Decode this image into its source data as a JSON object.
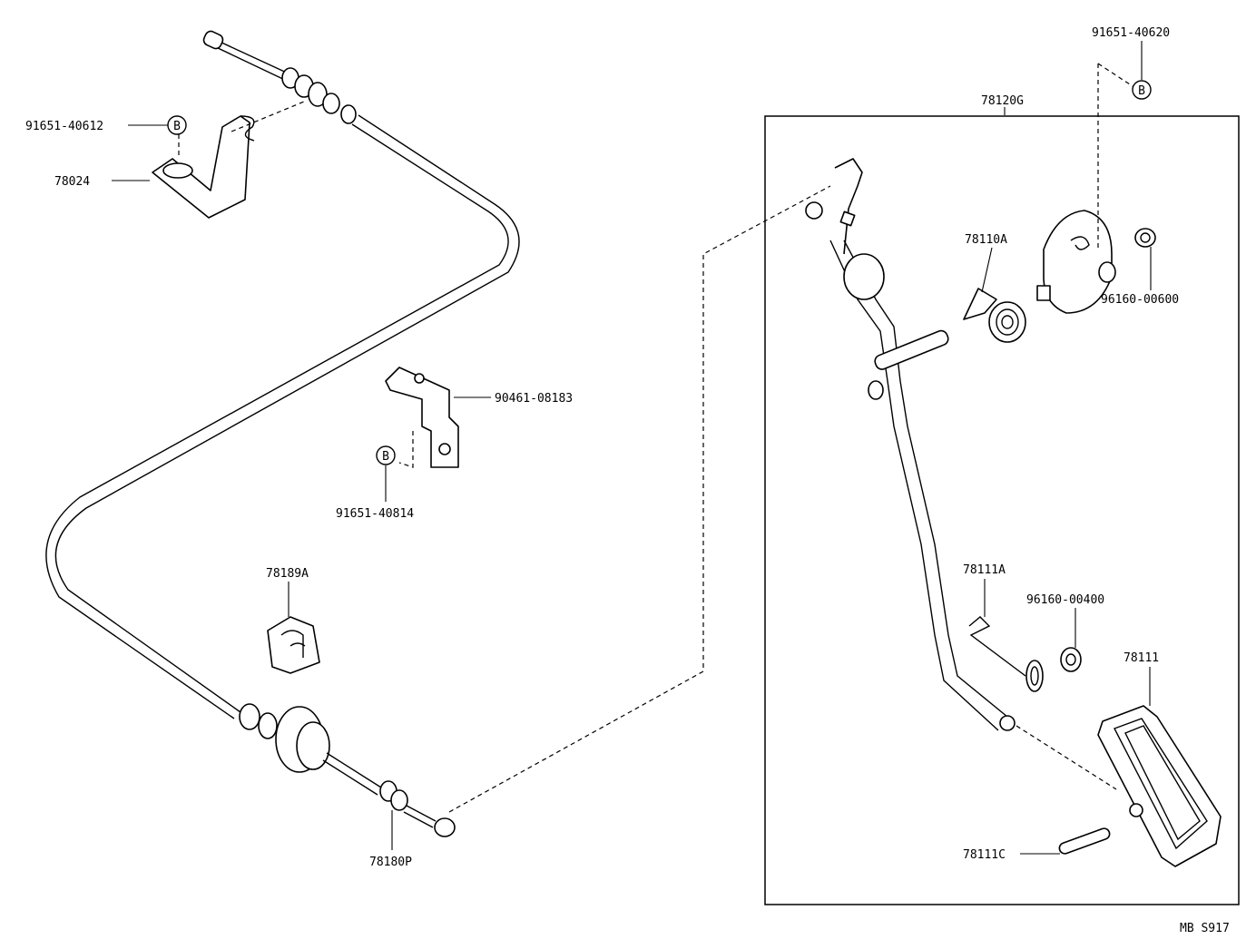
{
  "diagram": {
    "code": "MB S917",
    "assembly_box_label": "78120G",
    "callouts": [
      {
        "id": "c-91651-40612",
        "text": "91651-40612"
      },
      {
        "id": "c-78024",
        "text": "78024"
      },
      {
        "id": "c-90461-08183",
        "text": "90461-08183"
      },
      {
        "id": "c-91651-40814",
        "text": "91651-40814"
      },
      {
        "id": "c-78189A",
        "text": "78189A"
      },
      {
        "id": "c-78180P",
        "text": "78180P"
      },
      {
        "id": "c-91651-40620",
        "text": "91651-40620"
      },
      {
        "id": "c-78110A",
        "text": "78110A"
      },
      {
        "id": "c-96160-00600",
        "text": "96160-00600"
      },
      {
        "id": "c-78111A",
        "text": "78111A"
      },
      {
        "id": "c-96160-00400",
        "text": "96160-00400"
      },
      {
        "id": "c-78111",
        "text": "78111"
      },
      {
        "id": "c-78111C",
        "text": "78111C"
      }
    ],
    "markers": [
      {
        "id": "m1",
        "text": "B"
      },
      {
        "id": "m2",
        "text": "B"
      },
      {
        "id": "m3",
        "text": "B"
      }
    ]
  }
}
